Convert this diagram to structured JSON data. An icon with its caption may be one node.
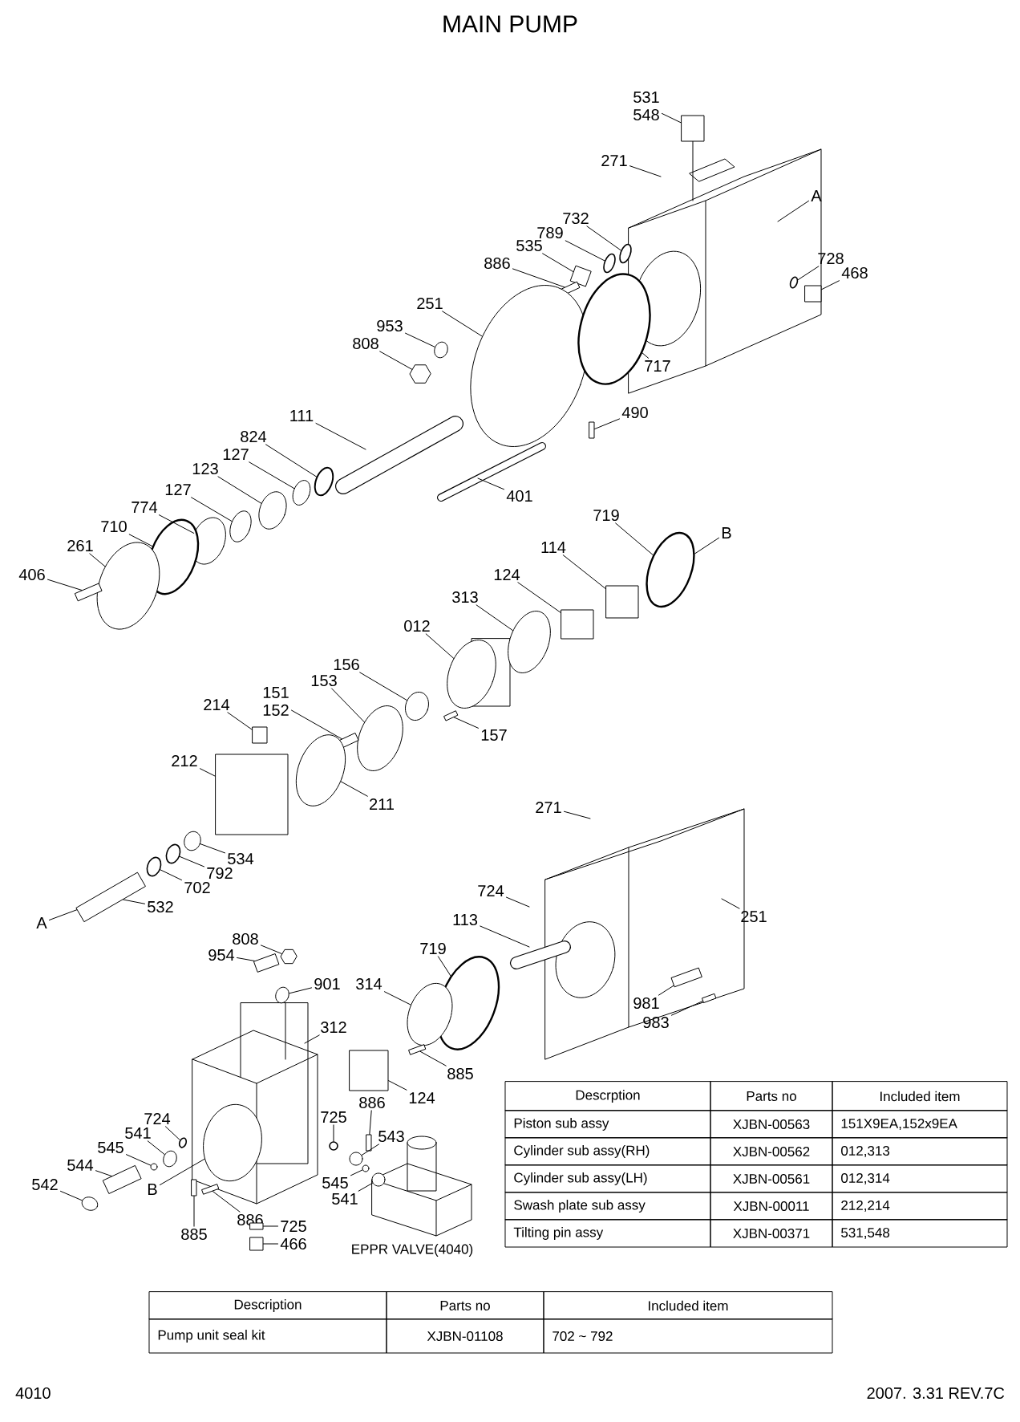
{
  "diagram": {
    "title": "MAIN PUMP",
    "nodes": [
      {
        "text": [
          "531",
          "548"
        ]
      },
      {
        "text": [
          "271"
        ]
      },
      {
        "text": [
          "A"
        ]
      },
      {
        "text": [
          "732"
        ]
      },
      {
        "text": [
          "789"
        ]
      },
      {
        "text": [
          "535"
        ]
      },
      {
        "text": [
          "886"
        ]
      },
      {
        "text": [
          "728"
        ]
      },
      {
        "text": [
          "468"
        ]
      },
      {
        "text": [
          "251"
        ]
      },
      {
        "text": [
          "953"
        ]
      },
      {
        "text": [
          "808"
        ]
      },
      {
        "text": [
          "717"
        ]
      },
      {
        "text": [
          "111"
        ]
      },
      {
        "text": [
          "490"
        ]
      },
      {
        "text": [
          "824"
        ]
      },
      {
        "text": [
          "127"
        ]
      },
      {
        "text": [
          "123"
        ]
      },
      {
        "text": [
          "401"
        ]
      },
      {
        "text": [
          "127"
        ]
      },
      {
        "text": [
          "774"
        ]
      },
      {
        "text": [
          "710"
        ]
      },
      {
        "text": [
          "261"
        ]
      },
      {
        "text": [
          "406"
        ]
      },
      {
        "text": [
          "719"
        ]
      },
      {
        "text": [
          "B"
        ]
      },
      {
        "text": [
          "114"
        ]
      },
      {
        "text": [
          "124"
        ]
      },
      {
        "text": [
          "313"
        ]
      },
      {
        "text": [
          "012"
        ]
      },
      {
        "text": [
          "156"
        ]
      },
      {
        "text": [
          "153"
        ]
      },
      {
        "text": [
          "151",
          "152"
        ]
      },
      {
        "text": [
          "214"
        ]
      },
      {
        "text": [
          "157"
        ]
      },
      {
        "text": [
          "212"
        ]
      },
      {
        "text": [
          "211"
        ]
      },
      {
        "text": [
          "534"
        ]
      },
      {
        "text": [
          "792"
        ]
      },
      {
        "text": [
          "702"
        ]
      },
      {
        "text": [
          "532"
        ]
      },
      {
        "text": [
          "A"
        ]
      },
      {
        "text": [
          "271"
        ]
      },
      {
        "text": [
          "724"
        ]
      },
      {
        "text": [
          "251"
        ]
      },
      {
        "text": [
          "113"
        ]
      },
      {
        "text": [
          "719"
        ]
      },
      {
        "text": [
          "808"
        ]
      },
      {
        "text": [
          "954"
        ]
      },
      {
        "text": [
          "901"
        ]
      },
      {
        "text": [
          "312"
        ]
      },
      {
        "text": [
          "314"
        ]
      },
      {
        "text": [
          "885"
        ]
      },
      {
        "text": [
          "124"
        ]
      },
      {
        "text": [
          "886"
        ]
      },
      {
        "text": [
          "725"
        ]
      },
      {
        "text": [
          "543"
        ]
      },
      {
        "text": [
          "724"
        ]
      },
      {
        "text": [
          "541"
        ]
      },
      {
        "text": [
          "545"
        ]
      },
      {
        "text": [
          "544"
        ]
      },
      {
        "text": [
          "542"
        ]
      },
      {
        "text": [
          "B"
        ]
      },
      {
        "text": [
          "545"
        ]
      },
      {
        "text": [
          "541"
        ]
      },
      {
        "text": [
          "885"
        ]
      },
      {
        "text": [
          "886"
        ]
      },
      {
        "text": [
          "725"
        ]
      },
      {
        "text": [
          "466"
        ]
      },
      {
        "text": [
          "981"
        ]
      },
      {
        "text": [
          "983"
        ]
      },
      {
        "text": [],
        "shape": "box"
      },
      {
        "text": [],
        "shape": "circle"
      },
      {
        "text": [],
        "shape": "circle"
      },
      {
        "text": [],
        "shape": "box"
      },
      {
        "text": [],
        "shape": "box"
      },
      {
        "text": [],
        "shape": "circle"
      },
      {
        "text": [],
        "shape": "box"
      },
      {
        "text": [],
        "shape": "circle"
      },
      {
        "text": [],
        "shape": "circle"
      },
      {
        "text": [],
        "shape": "hexagon"
      },
      {
        "text": [],
        "shape": "circle"
      },
      {
        "text": [],
        "shape": "box"
      },
      {
        "text": [],
        "shape": "circle"
      },
      {
        "text": [],
        "shape": "circle"
      },
      {
        "text": [],
        "shape": "circle"
      },
      {
        "text": [],
        "shape": "circle"
      },
      {
        "text": [],
        "shape": "circle"
      },
      {
        "text": [],
        "shape": "circle"
      },
      {
        "text": [],
        "shape": "circle"
      },
      {
        "text": [],
        "shape": "box"
      },
      {
        "text": [],
        "shape": "circle"
      },
      {
        "text": [],
        "shape": "box"
      },
      {
        "text": [],
        "shape": "box"
      },
      {
        "text": [],
        "shape": "circle"
      },
      {
        "text": [],
        "shape": "circle"
      },
      {
        "text": [],
        "shape": "circle"
      },
      {
        "text": [],
        "shape": "circle"
      },
      {
        "text": [],
        "shape": "box"
      },
      {
        "text": [],
        "shape": "box"
      },
      {
        "text": [],
        "shape": "box"
      },
      {
        "text": [],
        "shape": "box"
      },
      {
        "text": [],
        "shape": "circle"
      },
      {
        "text": [],
        "shape": "circle"
      },
      {
        "text": [],
        "shape": "circle"
      },
      {
        "text": [],
        "shape": "circle"
      },
      {
        "text": [],
        "shape": "box"
      },
      {
        "text": [],
        "shape": "circle"
      },
      {
        "text": [],
        "shape": "hexagon"
      },
      {
        "text": [],
        "shape": "box"
      },
      {
        "text": [],
        "shape": "circle"
      },
      {
        "text": [],
        "shape": "circle"
      },
      {
        "text": [],
        "shape": "box"
      },
      {
        "text": [],
        "shape": "box"
      },
      {
        "text": [],
        "shape": "box"
      },
      {
        "text": [],
        "shape": "circle"
      },
      {
        "text": [],
        "shape": "circle"
      },
      {
        "text": [],
        "shape": "circle"
      },
      {
        "text": [],
        "shape": "circle"
      },
      {
        "text": [],
        "shape": "circle"
      },
      {
        "text": [],
        "shape": "box"
      },
      {
        "text": [],
        "shape": "circle"
      },
      {
        "text": [],
        "shape": "circle"
      },
      {
        "text": [],
        "shape": "circle"
      },
      {
        "text": [],
        "shape": "box"
      },
      {
        "text": [],
        "shape": "box"
      },
      {
        "text": [],
        "shape": "circle"
      },
      {
        "text": [],
        "shape": "box"
      },
      {
        "text": [],
        "shape": "box"
      },
      {
        "text": [],
        "shape": "box"
      },
      {
        "text": [],
        "shape": "box"
      }
    ],
    "edges": [
      {
        "from": 0,
        "to": 71,
        "arrow": "none"
      },
      {
        "from": 1,
        "to": null,
        "arrow": "none"
      },
      {
        "from": 2,
        "to": null,
        "arrow": "none"
      },
      {
        "from": 3,
        "to": 72,
        "arrow": "none"
      },
      {
        "from": 4,
        "to": 73,
        "arrow": "none"
      },
      {
        "from": 5,
        "to": 74,
        "arrow": "none"
      },
      {
        "from": 6,
        "to": 75,
        "arrow": "none"
      },
      {
        "from": 7,
        "to": 76,
        "arrow": "none"
      },
      {
        "from": 8,
        "to": 77,
        "arrow": "none"
      },
      {
        "from": 9,
        "to": 78,
        "arrow": "none"
      },
      {
        "from": 10,
        "to": 79,
        "arrow": "none"
      },
      {
        "from": 11,
        "to": 80,
        "arrow": "none"
      },
      {
        "from": 12,
        "to": 81,
        "arrow": "none"
      },
      {
        "from": 13,
        "to": null,
        "arrow": "none"
      },
      {
        "from": 14,
        "to": 82,
        "arrow": "none"
      },
      {
        "from": 15,
        "to": 83,
        "arrow": "none"
      },
      {
        "from": 16,
        "to": 84,
        "arrow": "none"
      },
      {
        "from": 17,
        "to": 85,
        "arrow": "none"
      },
      {
        "from": 18,
        "to": null,
        "arrow": "none"
      },
      {
        "from": 19,
        "to": 86,
        "arrow": "none"
      },
      {
        "from": 20,
        "to": 87,
        "arrow": "none"
      },
      {
        "from": 21,
        "to": 88,
        "arrow": "none"
      },
      {
        "from": 22,
        "to": 89,
        "arrow": "none"
      },
      {
        "from": 23,
        "to": 90,
        "arrow": "none"
      },
      {
        "from": 24,
        "to": 91,
        "arrow": "none"
      },
      {
        "from": 25,
        "to": 91,
        "arrow": "none"
      },
      {
        "from": 26,
        "to": 92,
        "arrow": "none"
      },
      {
        "from": 27,
        "to": 93,
        "arrow": "none"
      },
      {
        "from": 28,
        "to": 94,
        "arrow": "none"
      },
      {
        "from": 29,
        "to": 95,
        "arrow": "none"
      },
      {
        "from": 30,
        "to": 96,
        "arrow": "none"
      },
      {
        "from": 31,
        "to": 97,
        "arrow": "none"
      },
      {
        "from": 32,
        "to": 98,
        "arrow": "none"
      },
      {
        "from": 33,
        "to": 99,
        "arrow": "none"
      },
      {
        "from": 34,
        "to": 100,
        "arrow": "none"
      },
      {
        "from": 35,
        "to": 101,
        "arrow": "none"
      },
      {
        "from": 36,
        "to": 102,
        "arrow": "none"
      },
      {
        "from": 37,
        "to": 103,
        "arrow": "none"
      },
      {
        "from": 38,
        "to": 104,
        "arrow": "none"
      },
      {
        "from": 39,
        "to": 105,
        "arrow": "none"
      },
      {
        "from": 40,
        "to": 106,
        "arrow": "none"
      },
      {
        "from": 41,
        "to": 106,
        "arrow": "none"
      },
      {
        "from": 42,
        "to": null,
        "arrow": "none"
      },
      {
        "from": 43,
        "to": null,
        "arrow": "none"
      },
      {
        "from": 44,
        "to": null,
        "arrow": "none"
      },
      {
        "from": 45,
        "to": null,
        "arrow": "none"
      },
      {
        "from": 46,
        "to": 107,
        "arrow": "none"
      },
      {
        "from": 47,
        "to": 108,
        "arrow": "none"
      },
      {
        "from": 48,
        "to": 109,
        "arrow": "none"
      },
      {
        "from": 49,
        "to": 110,
        "arrow": "none"
      },
      {
        "from": 50,
        "to": null,
        "arrow": "none"
      },
      {
        "from": 51,
        "to": 111,
        "arrow": "none"
      },
      {
        "from": 52,
        "to": 112,
        "arrow": "none"
      },
      {
        "from": 53,
        "to": 113,
        "arrow": "none"
      },
      {
        "from": 54,
        "to": 114,
        "arrow": "none"
      },
      {
        "from": 55,
        "to": 115,
        "arrow": "none"
      },
      {
        "from": 56,
        "to": 116,
        "arrow": "none"
      },
      {
        "from": 57,
        "to": 117,
        "arrow": "none"
      },
      {
        "from": 58,
        "to": 118,
        "arrow": "none"
      },
      {
        "from": 59,
        "to": 119,
        "arrow": "none"
      },
      {
        "from": 60,
        "to": 120,
        "arrow": "none"
      },
      {
        "from": 61,
        "to": 121,
        "arrow": "none"
      },
      {
        "from": 62,
        "to": 126,
        "arrow": "none"
      },
      {
        "from": 63,
        "to": 122,
        "arrow": "none"
      },
      {
        "from": 64,
        "to": 123,
        "arrow": "none"
      },
      {
        "from": 65,
        "to": 127,
        "arrow": "none"
      },
      {
        "from": 66,
        "to": 128,
        "arrow": "none"
      },
      {
        "from": 67,
        "to": 124,
        "arrow": "none"
      },
      {
        "from": 68,
        "to": 125,
        "arrow": "none"
      },
      {
        "from": 69,
        "to": 129,
        "arrow": "none"
      },
      {
        "from": 70,
        "to": 130,
        "arrow": "none"
      }
    ],
    "labels": [
      "EPPR VALVE(4040)",
      "Descrption",
      "Parts no",
      "Included item",
      "Piston sub assy",
      "XJBN-00563",
      "151X9EA,152x9EA",
      "Cylinder sub assy(RH)",
      "XJBN-00562",
      "012,313",
      "Cylinder sub assy(LH)",
      "XJBN-00561",
      "012,314",
      "Swash plate sub assy",
      "XJBN-00011",
      "212,214",
      "Tilting pin assy",
      "XJBN-00371",
      "531,548",
      "Description",
      "Parts no",
      "Included item",
      "Pump unit seal kit",
      "XJBN-01108",
      "702 ~ 792",
      "4010",
      "2007. 3.31  REV.7C"
    ]
  }
}
